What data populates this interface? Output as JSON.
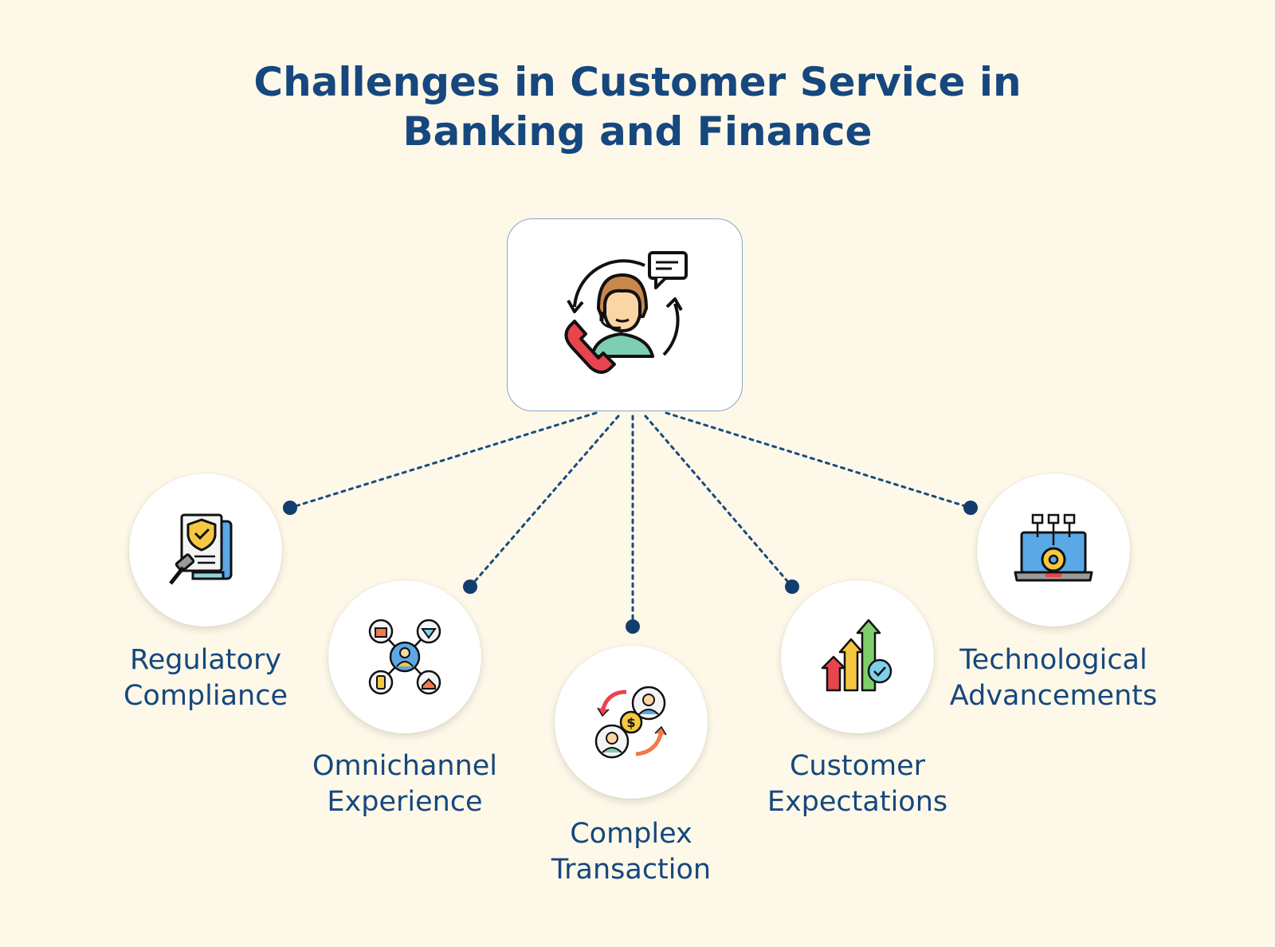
{
  "title": {
    "line1": "Challenges in Customer Service in",
    "line2": "Banking and Finance"
  },
  "colors": {
    "background": "#fdf8e8",
    "primary_text": "#16477e",
    "connector": "#1a4a7e"
  },
  "hub": {
    "icon": "customer-support-agent-icon"
  },
  "challenges": [
    {
      "line1": "Regulatory",
      "line2": "Compliance",
      "icon": "regulatory-document-gavel-icon"
    },
    {
      "line1": "Omnichannel",
      "line2": "Experience",
      "icon": "omnichannel-network-icon"
    },
    {
      "line1": "Complex",
      "line2": "Transaction",
      "icon": "money-exchange-icon"
    },
    {
      "line1": "Customer",
      "line2": "Expectations",
      "icon": "growth-chart-arrows-icon"
    },
    {
      "line1": "Technological",
      "line2": "Advancements",
      "icon": "laptop-gear-icon"
    }
  ]
}
